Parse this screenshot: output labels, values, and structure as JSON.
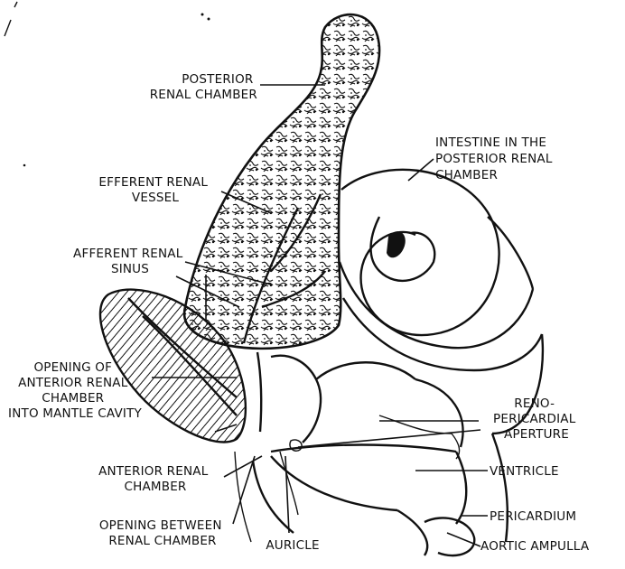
{
  "diagram": {
    "labels": {
      "posterior_renal_chamber": [
        "POSTERIOR",
        "RENAL CHAMBER"
      ],
      "intestine": [
        "INTESTINE IN THE",
        "POSTERIOR RENAL",
        "CHAMBER"
      ],
      "efferent_renal_vessel": [
        "EFFERENT RENAL",
        "VESSEL"
      ],
      "afferent_renal_sinus": [
        "AFFERENT RENAL",
        "SINUS"
      ],
      "opening_anterior_chamber": [
        "OPENING OF",
        "ANTERIOR RENAL",
        "CHAMBER",
        "INTO MANTLE CAVITY"
      ],
      "reno_pericardial_aperture": [
        "RENO-",
        "PERICARDIAL",
        "APERTURE"
      ],
      "ventricle": [
        "VENTRICLE"
      ],
      "anterior_renal_chamber": [
        "ANTERIOR RENAL",
        "CHAMBER"
      ],
      "pericardium": [
        "PERICARDIUM"
      ],
      "opening_between": [
        "OPENING BETWEEN",
        "RENAL CHAMBER"
      ],
      "auricle": [
        "AURICLE"
      ],
      "aortic_ampulla": [
        "AORTIC AMPULLA"
      ]
    }
  }
}
